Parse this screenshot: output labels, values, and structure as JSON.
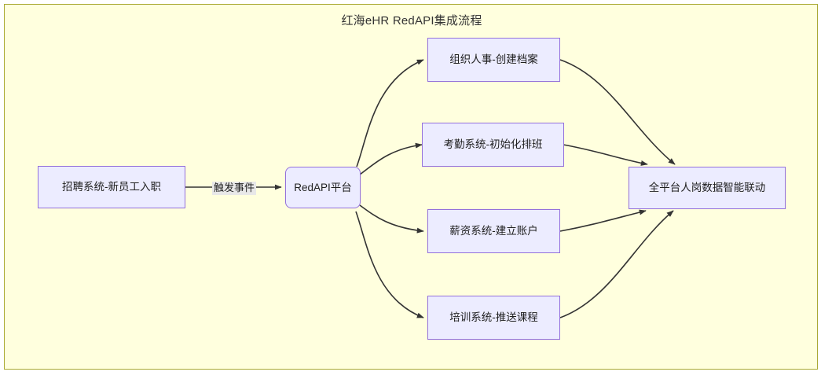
{
  "diagram": {
    "title": "红海eHR RedAPI集成流程",
    "background_color": "#ffffde",
    "border_color": "#aaaa33",
    "node_fill_color": "#ececff",
    "node_border_color": "#9370db",
    "edge_color": "#333333",
    "edge_label_background": "#e8e8e8",
    "type": "flowchart",
    "direction": "left-to-right",
    "nodes": [
      {
        "id": "recruit",
        "label": "招聘系统-新员工入职",
        "shape": "rect"
      },
      {
        "id": "redapi",
        "label": "RedAPI平台",
        "shape": "rounded-rect"
      },
      {
        "id": "org",
        "label": "组织人事-创建档案",
        "shape": "rect"
      },
      {
        "id": "attend",
        "label": "考勤系统-初始化排班",
        "shape": "rect"
      },
      {
        "id": "payroll",
        "label": "薪资系统-建立账户",
        "shape": "rect"
      },
      {
        "id": "training",
        "label": "培训系统-推送课程",
        "shape": "rect"
      },
      {
        "id": "platform",
        "label": "全平台人岗数据智能联动",
        "shape": "rect"
      }
    ],
    "edges": [
      {
        "from": "recruit",
        "to": "redapi",
        "label": "触发事件"
      },
      {
        "from": "redapi",
        "to": "org",
        "label": ""
      },
      {
        "from": "redapi",
        "to": "attend",
        "label": ""
      },
      {
        "from": "redapi",
        "to": "payroll",
        "label": ""
      },
      {
        "from": "redapi",
        "to": "training",
        "label": ""
      },
      {
        "from": "org",
        "to": "platform",
        "label": ""
      },
      {
        "from": "attend",
        "to": "platform",
        "label": ""
      },
      {
        "from": "payroll",
        "to": "platform",
        "label": ""
      },
      {
        "from": "training",
        "to": "platform",
        "label": ""
      }
    ]
  }
}
